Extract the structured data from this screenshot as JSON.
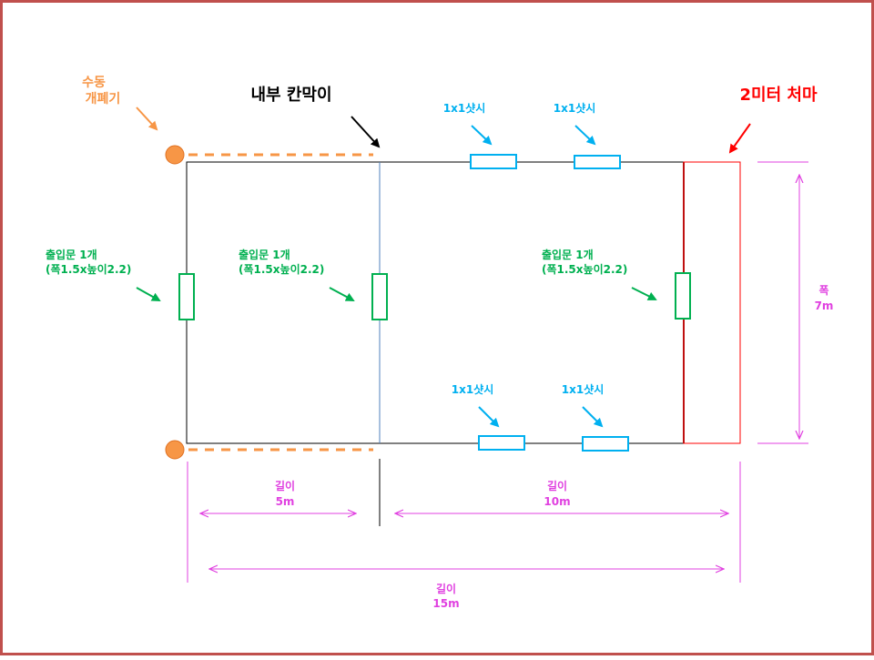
{
  "labels": {
    "manual_opener": [
      "수동",
      "개폐기"
    ],
    "internal_partition": "내부 칸막이",
    "eave": "2미터 처마",
    "sash_top_left": "1x1샷시",
    "sash_top_right": "1x1샷시",
    "sash_bottom_left": "1x1샷시",
    "sash_bottom_right": "1x1샷시",
    "door_left": [
      "출입문 1개",
      "(폭1.5x높이2.2)"
    ],
    "door_middle": [
      "출입문 1개",
      "(폭1.5x높이2.2)"
    ],
    "door_right": [
      "출입문 1개",
      "(폭1.5x높이2.2)"
    ],
    "width_dim": [
      "폭",
      "7m"
    ],
    "length_5": [
      "길이",
      "5m"
    ],
    "length_10": [
      "길이",
      "10m"
    ],
    "length_15": [
      "길이",
      "15m"
    ]
  },
  "colors": {
    "frame_border": "#c0504d",
    "orange": "#f79646",
    "green": "#00b050",
    "blue": "#00b0f0",
    "red": "#ff0000",
    "magenta": "#e040e0",
    "partition": "#4f81bd",
    "black": "#000000"
  }
}
